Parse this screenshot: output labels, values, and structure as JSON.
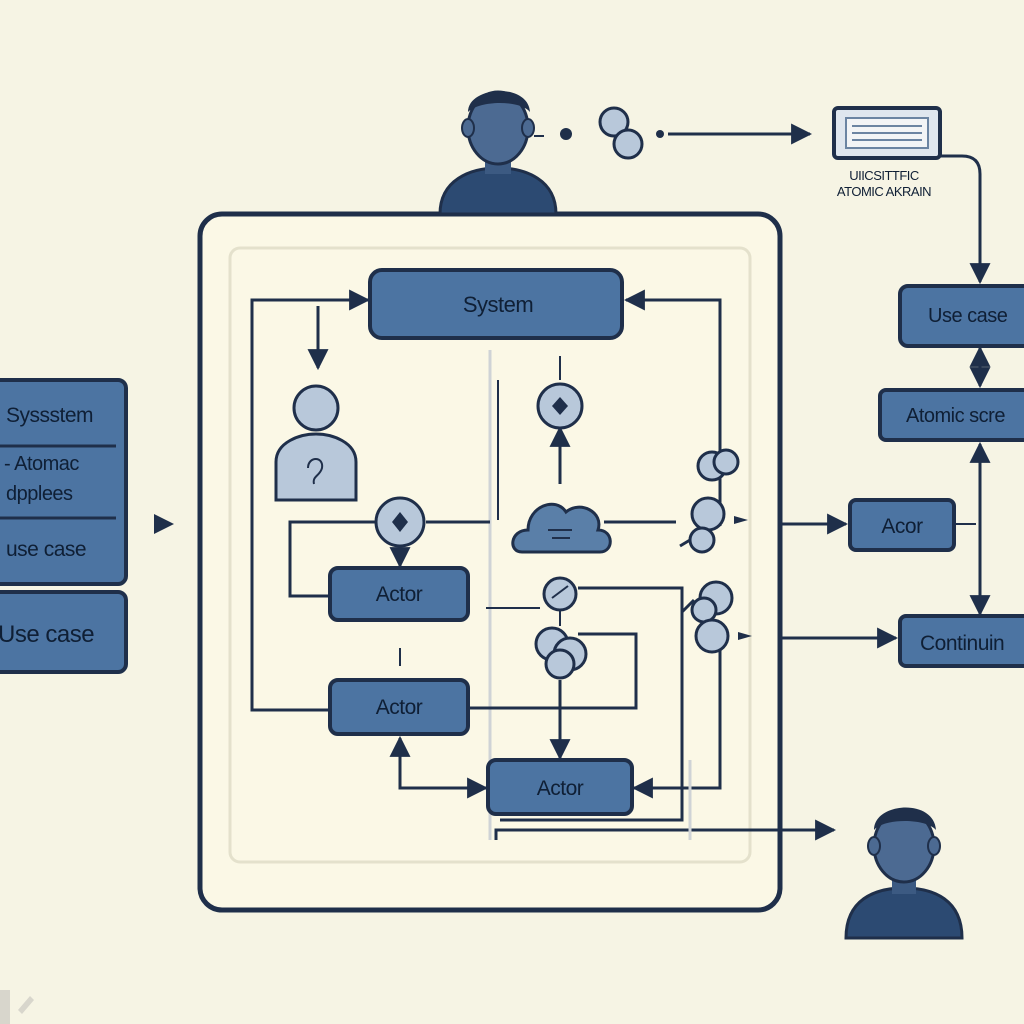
{
  "diagram": {
    "center_system": "System",
    "actor_top": "Actor",
    "actor_mid": "Actor",
    "actor_bottom": "Actor",
    "header_line1": "UIICSITTFIC",
    "header_line2": "ATOMIC AKRAIN",
    "right_usecase": "Use case",
    "right_atomic": "Atomic scre",
    "right_actor": "Acor",
    "right_continuing": "Continuin",
    "left_system": "Syssstem",
    "left_atomac": "- Atomac",
    "left_dpplees": "dpplees",
    "left_usecase_small": "use case",
    "left_usecase_large": "Use case"
  },
  "colors": {
    "background": "#f6f4e4",
    "box_fill": "#4c74a2",
    "outline": "#1f2f4a",
    "node_fill": "#b8c8da",
    "text": "#0f1f35"
  }
}
